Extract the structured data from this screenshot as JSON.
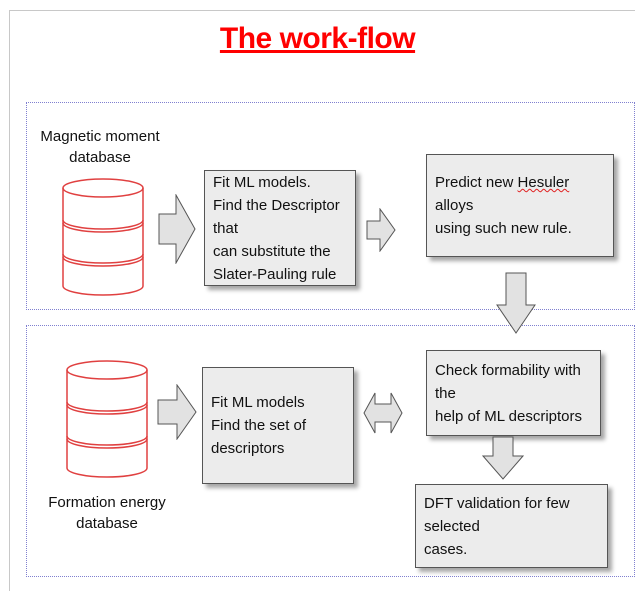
{
  "title": "The work-flow",
  "top_section": {
    "database_label_1": "Magnetic moment",
    "database_label_2": "database",
    "box_fit": [
      "Fit ML models.",
      "Find the Descriptor that",
      "can substitute the",
      "Slater-Pauling rule"
    ],
    "box_predict_1": "Predict new ",
    "box_predict_word": "Hesuler",
    "box_predict_2": " alloys",
    "box_predict_3": "using such new rule."
  },
  "bottom_section": {
    "database_label_1": "Formation energy",
    "database_label_2": "database",
    "box_fit": [
      "Fit ML models",
      "Find the set of",
      "descriptors"
    ],
    "box_check": [
      "Check formability with the",
      "help of ML descriptors"
    ],
    "box_dft": [
      "DFT validation for few selected",
      "cases."
    ]
  },
  "colors": {
    "title": "#ff0000",
    "box_fill": "#ececec",
    "cylinder_stroke": "#e04040",
    "section_border": "#8080d0"
  }
}
